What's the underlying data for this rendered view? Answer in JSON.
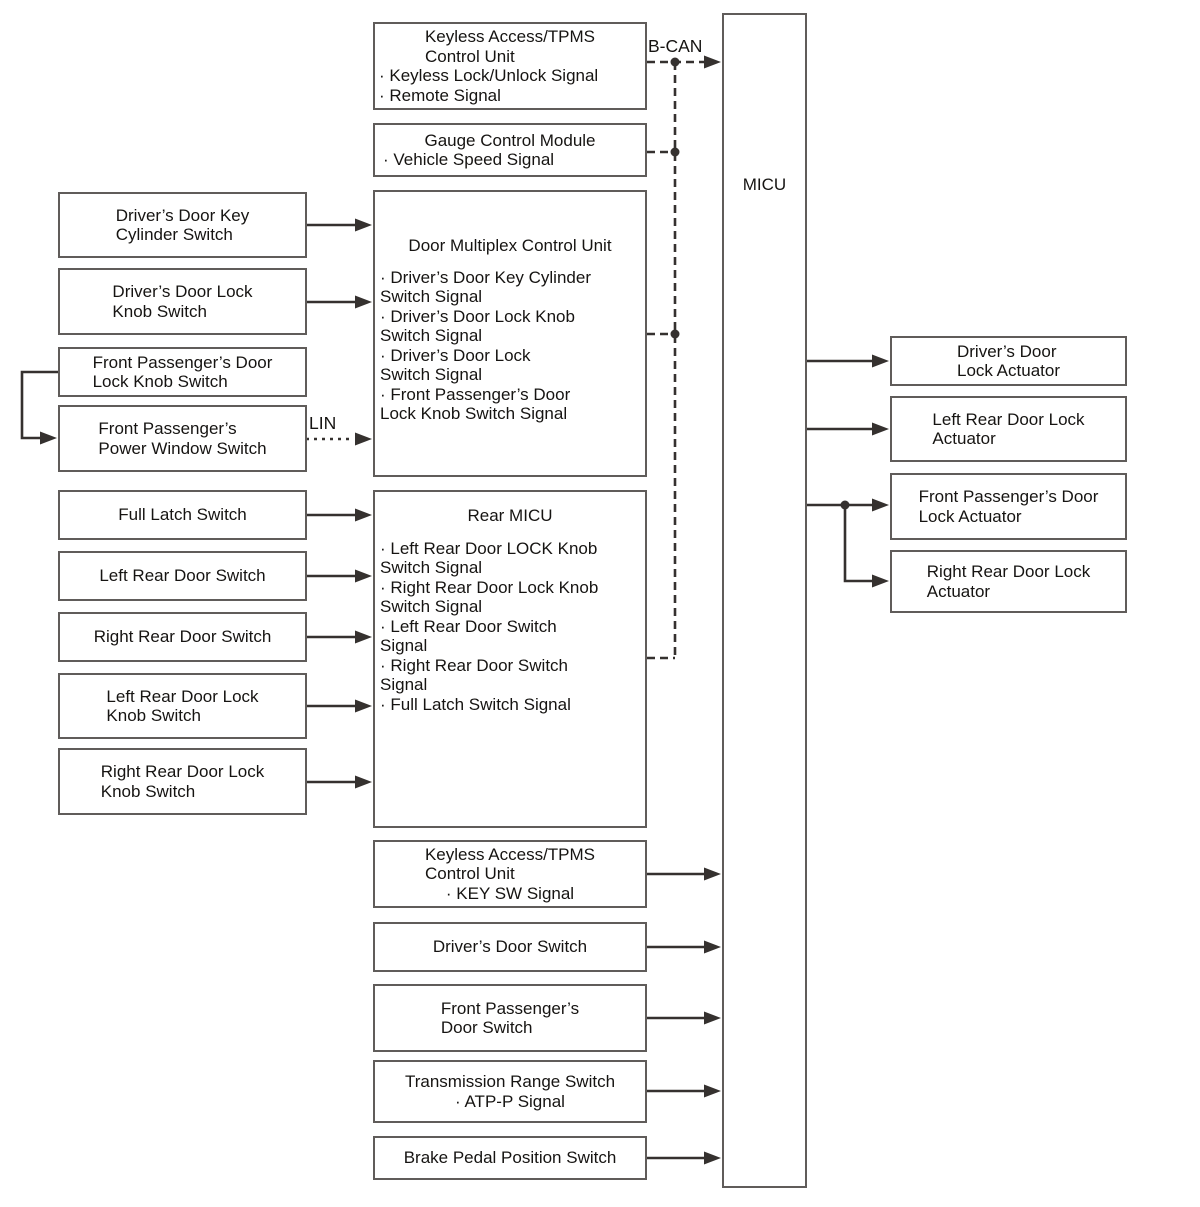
{
  "diagram": {
    "bus_labels": {
      "b_can": "B-CAN",
      "lin": "LIN"
    },
    "colors": {
      "line": "#35312f",
      "box_border": "#605c5a",
      "text": "#161412",
      "background": "#ffffff"
    },
    "nodes": [
      {
        "id": "driver-door-key-cylinder-switch",
        "lines": [
          "Driver’s Door Key",
          "Cylinder Switch"
        ]
      },
      {
        "id": "driver-door-lock-knob-switch",
        "lines": [
          "Driver’s Door Lock",
          "Knob Switch"
        ]
      },
      {
        "id": "front-passenger-door-lock-knob-switch",
        "lines": [
          "Front Passenger’s Door",
          "Lock Knob Switch"
        ]
      },
      {
        "id": "front-passenger-power-window-switch",
        "lines": [
          "Front Passenger’s",
          "Power Window Switch"
        ]
      },
      {
        "id": "full-latch-switch",
        "lines": [
          "Full Latch Switch"
        ]
      },
      {
        "id": "left-rear-door-switch",
        "lines": [
          "Left Rear Door Switch"
        ]
      },
      {
        "id": "right-rear-door-switch",
        "lines": [
          "Right Rear Door Switch"
        ]
      },
      {
        "id": "left-rear-door-lock-knob-switch",
        "lines": [
          "Left Rear Door Lock",
          "Knob Switch"
        ]
      },
      {
        "id": "right-rear-door-lock-knob-switch",
        "lines": [
          "Right Rear Door Lock",
          "Knob Switch"
        ]
      },
      {
        "id": "keyless-access-tpms-control-unit",
        "title_lines": [
          "Keyless Access/TPMS",
          "Control Unit"
        ],
        "bullets": [
          "· Keyless Lock/Unlock Signal",
          "· Remote Signal"
        ]
      },
      {
        "id": "gauge-control-module",
        "title_lines": [
          "Gauge Control Module"
        ],
        "bullets": [
          "· Vehicle Speed Signal"
        ]
      },
      {
        "id": "door-multiplex-control-unit",
        "title_lines": [
          "Door Multiplex Control Unit"
        ],
        "bullets": [
          "· Driver’s Door Key Cylinder\nSwitch Signal",
          "· Driver’s Door Lock Knob\nSwitch Signal",
          "· Driver’s Door Lock\nSwitch Signal",
          "· Front Passenger’s Door\nLock Knob Switch Signal"
        ]
      },
      {
        "id": "rear-micu",
        "title_lines": [
          "Rear MICU"
        ],
        "bullets": [
          "· Left Rear Door LOCK Knob\nSwitch Signal",
          "· Right Rear Door Lock Knob\nSwitch Signal",
          "· Left Rear Door Switch\nSignal",
          "· Right Rear Door Switch\nSignal",
          "· Full Latch Switch Signal"
        ]
      },
      {
        "id": "keyless-access-tpms-key-sw",
        "title_lines": [
          "Keyless Access/TPMS",
          "Control Unit"
        ],
        "bullets": [
          "· KEY SW Signal"
        ]
      },
      {
        "id": "driver-door-switch",
        "lines": [
          "Driver’s Door Switch"
        ]
      },
      {
        "id": "front-passenger-door-switch",
        "lines": [
          "Front Passenger’s",
          "Door Switch"
        ]
      },
      {
        "id": "transmission-range-switch",
        "title_lines": [
          "Transmission Range Switch"
        ],
        "bullets": [
          "· ATP-P Signal"
        ]
      },
      {
        "id": "brake-pedal-position-switch",
        "lines": [
          "Brake Pedal Position Switch"
        ]
      },
      {
        "id": "micu",
        "lines": [
          "MICU"
        ]
      },
      {
        "id": "driver-door-lock-actuator",
        "lines": [
          "Driver’s Door",
          "Lock Actuator"
        ]
      },
      {
        "id": "left-rear-door-lock-actuator",
        "lines": [
          "Left Rear Door Lock",
          "Actuator"
        ]
      },
      {
        "id": "front-passenger-door-lock-actuator",
        "lines": [
          "Front Passenger’s Door",
          "Lock Actuator"
        ]
      },
      {
        "id": "right-rear-door-lock-actuator",
        "lines": [
          "Right Rear Door Lock",
          "Actuator"
        ]
      }
    ]
  }
}
